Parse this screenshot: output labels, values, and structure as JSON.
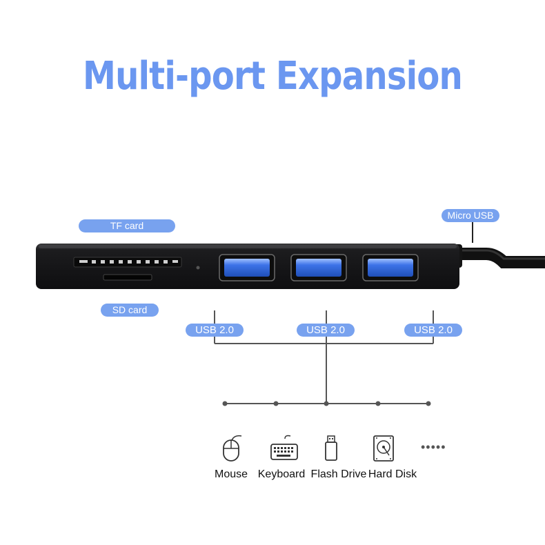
{
  "title": "Multi-port Expansion",
  "labels": {
    "tf_card": "TF card",
    "sd_card": "SD card",
    "micro_usb": "Micro USB",
    "usb_ports": [
      "USB 2.0",
      "USB 2.0",
      "USB 2.0"
    ]
  },
  "devices": [
    {
      "label": "Mouse",
      "icon": "mouse-icon"
    },
    {
      "label": "Keyboard",
      "icon": "keyboard-icon"
    },
    {
      "label": "Flash Drive",
      "icon": "flash-drive-icon"
    },
    {
      "label": "Hard Disk",
      "icon": "hard-disk-icon"
    }
  ],
  "more": "•••••",
  "colors": {
    "accent": "#78a2ef",
    "title": "#6b97f0",
    "hub_body": "#1c1c1e",
    "usb_port": "#2d63d8"
  }
}
